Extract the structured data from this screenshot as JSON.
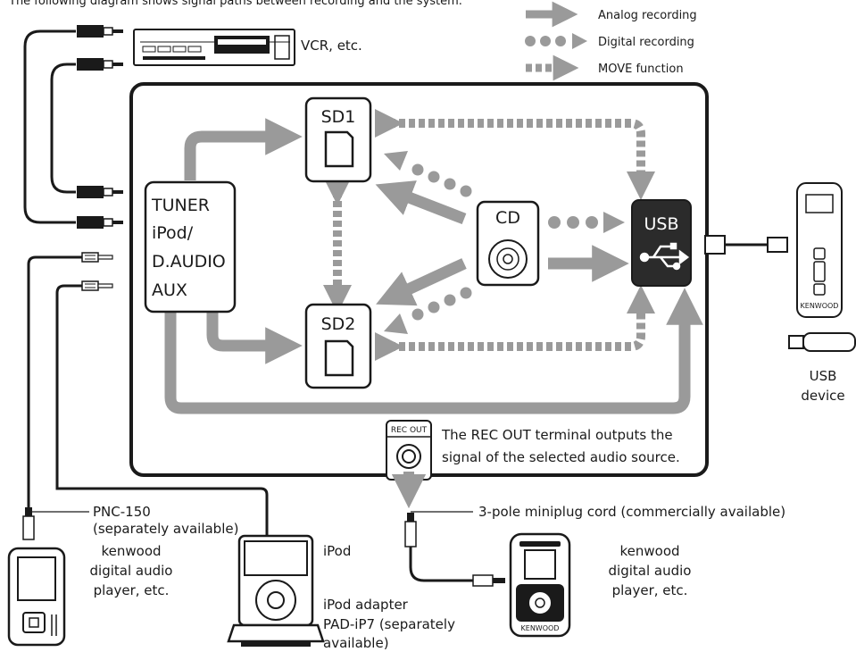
{
  "caption_partial": "The following diagram shows signal paths between recording and the system.",
  "legend": {
    "analog": "Analog recording",
    "digital": "Digital recording",
    "move": "MOVE function"
  },
  "vcr_label": "VCR, etc.",
  "sources": [
    "TUNER",
    "iPod/",
    "D.AUDIO",
    "AUX"
  ],
  "sd1": "SD1",
  "sd2": "SD2",
  "cd": "CD",
  "usb": "USB",
  "usb_device": [
    "USB",
    "device"
  ],
  "rec_out_tag": "REC OUT",
  "rec_out_note": [
    "The REC OUT terminal outputs the",
    "signal of the selected audio source."
  ],
  "pnc": [
    "PNC-150",
    "(separately available)"
  ],
  "player_left": [
    "kenwood",
    "digital audio",
    "player, etc."
  ],
  "ipod_label": "iPod",
  "adapter": [
    "iPod adapter",
    "PAD-iP7 (separately",
    "available)"
  ],
  "cord": "3-pole miniplug cord (commercially available)",
  "player_right": [
    "kenwood",
    "digital audio",
    "player, etc."
  ],
  "brand": "KENWOOD",
  "colors": {
    "arrow": "#9a9a9a",
    "dark": "#1a1a1a",
    "usb_fill": "#2b2b2b"
  }
}
